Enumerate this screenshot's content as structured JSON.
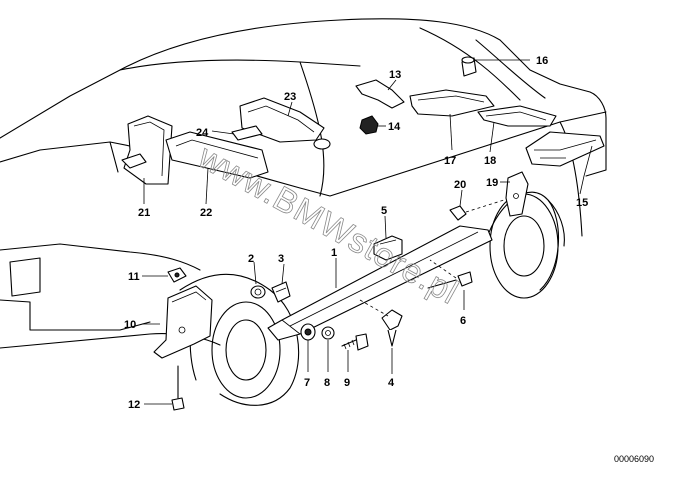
{
  "callouts": [
    "1",
    "2",
    "3",
    "4",
    "5",
    "6",
    "7",
    "8",
    "9",
    "10",
    "11",
    "12",
    "13",
    "14",
    "15",
    "16",
    "17",
    "18",
    "19",
    "20",
    "21",
    "22",
    "23",
    "24"
  ],
  "watermark": "www.BMWstore.pl",
  "drawing_code": "00006090",
  "line_color": "#000000",
  "watermark_color": "#8a8a8a",
  "background_color": "#ffffff"
}
